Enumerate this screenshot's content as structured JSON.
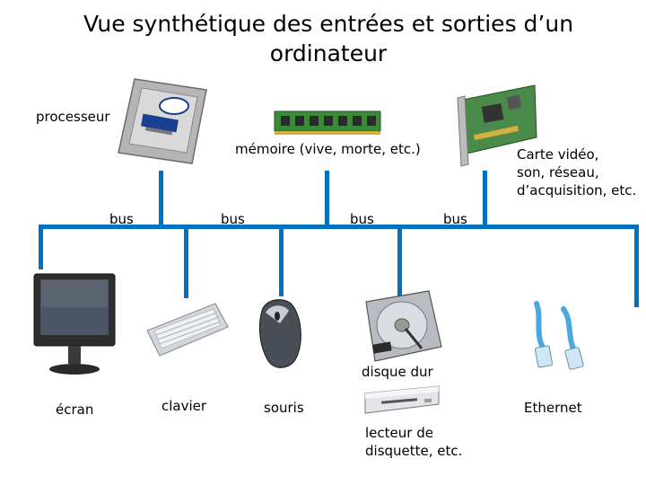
{
  "title": {
    "line1": "Vue synthétique des entrées et sorties d’un",
    "line2": "ordinateur"
  },
  "labels": {
    "processor": "processeur",
    "memory": "mémoire (vive, morte, etc.)",
    "cards_line1": "Carte vidéo,",
    "cards_line2": "son, réseau,",
    "cards_line3": "d’acquisition, etc.",
    "bus1": "bus",
    "bus2": "bus",
    "bus3": "bus",
    "bus4": "bus",
    "screen": "écran",
    "keyboard": "clavier",
    "mouse": "souris",
    "hard_disk": "disque dur",
    "floppy_line1": "lecteur de",
    "floppy_line2": "disquette, etc.",
    "ethernet": "Ethernet"
  },
  "colors": {
    "bus": "#0070c0"
  },
  "components": {
    "processor": "cpu-chip-icon",
    "memory": "ram-module-icon",
    "cards": "expansion-card-icon",
    "screen": "monitor-icon",
    "keyboard": "keyboard-icon",
    "mouse": "mouse-icon",
    "hard_disk": "hard-disk-icon",
    "floppy": "floppy-drive-icon",
    "ethernet": "ethernet-cable-icon"
  }
}
